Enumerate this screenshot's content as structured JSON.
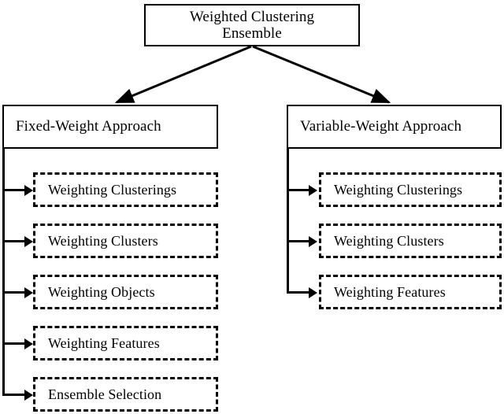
{
  "diagram": {
    "type": "hierarchy-tree",
    "root": {
      "label": "Weighted Clustering Ensemble",
      "line1": "Weighted Clustering",
      "line2": "Ensemble"
    },
    "branches": [
      {
        "id": "fixed-weight",
        "label": "Fixed-Weight Approach",
        "children": [
          {
            "label": "Weighting Clusterings"
          },
          {
            "label": "Weighting Clusters"
          },
          {
            "label": "Weighting Objects"
          },
          {
            "label": "Weighting Features"
          },
          {
            "label": "Ensemble Selection"
          }
        ]
      },
      {
        "id": "variable-weight",
        "label": "Variable-Weight Approach",
        "children": [
          {
            "label": "Weighting Clusterings"
          },
          {
            "label": "Weighting Clusters"
          },
          {
            "label": "Weighting Features"
          }
        ]
      }
    ],
    "colors": {
      "stroke": "#000000",
      "fill": "#ffffff",
      "text": "#000000"
    }
  }
}
